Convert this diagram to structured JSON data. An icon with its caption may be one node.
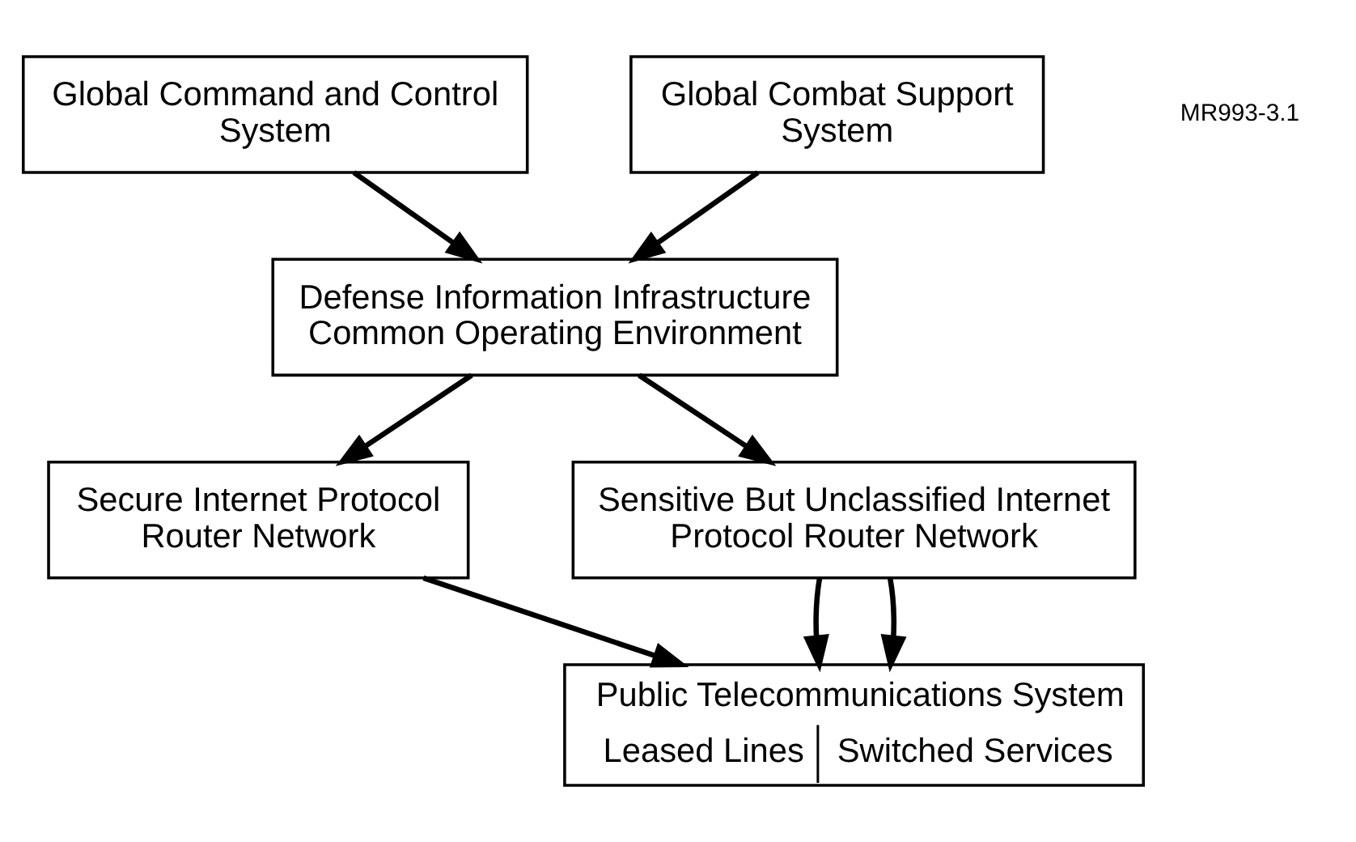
{
  "diagram": {
    "nodes": [
      {
        "text": [
          "Global Command and Control System"
        ]
      },
      {
        "text": [
          "Global Combat Support System"
        ]
      },
      {
        "text": [
          "Defense Information Infrastructure Common Operating Environment"
        ]
      },
      {
        "text": [
          "Secure Internet Protocol Router Network"
        ]
      },
      {
        "text": [
          "Sensitive But Unclassified Internet Protocol Router Network"
        ]
      },
      {
        "text": [
          "Public Telecommunications System",
          "Leased Lines",
          "Switched Services"
        ]
      }
    ],
    "edges": [
      {
        "from": 0,
        "to": 2,
        "arrow": "to"
      },
      {
        "from": 1,
        "to": 2,
        "arrow": "to"
      },
      {
        "from": 2,
        "to": 3,
        "arrow": "to"
      },
      {
        "from": 2,
        "to": 4,
        "arrow": "to"
      },
      {
        "from": 3,
        "to": 5,
        "arrow": "to"
      },
      {
        "from": 4,
        "to": 5,
        "arrow": "to"
      },
      {
        "from": 4,
        "to": 5,
        "arrow": "to"
      }
    ],
    "labels": [
      "MR993-3.1"
    ]
  }
}
